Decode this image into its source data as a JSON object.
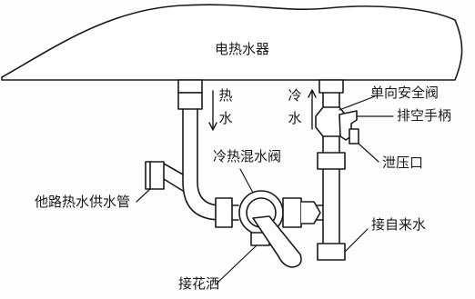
{
  "labels": {
    "heater": "电热水器",
    "hot_water": [
      "热",
      "水"
    ],
    "cold_water": [
      "冷",
      "水"
    ],
    "check_valve": "单向安全阀",
    "drain_handle": "排空手柄",
    "mixing_valve": "冷热混水阀",
    "other_hot_supply": "他路热水供水管",
    "relief_outlet": "泄压口",
    "tap_inlet": "接自来水",
    "shower": "接花洒"
  },
  "colors": {
    "line": "#1a1a1a",
    "background": "#fdfdfd"
  }
}
